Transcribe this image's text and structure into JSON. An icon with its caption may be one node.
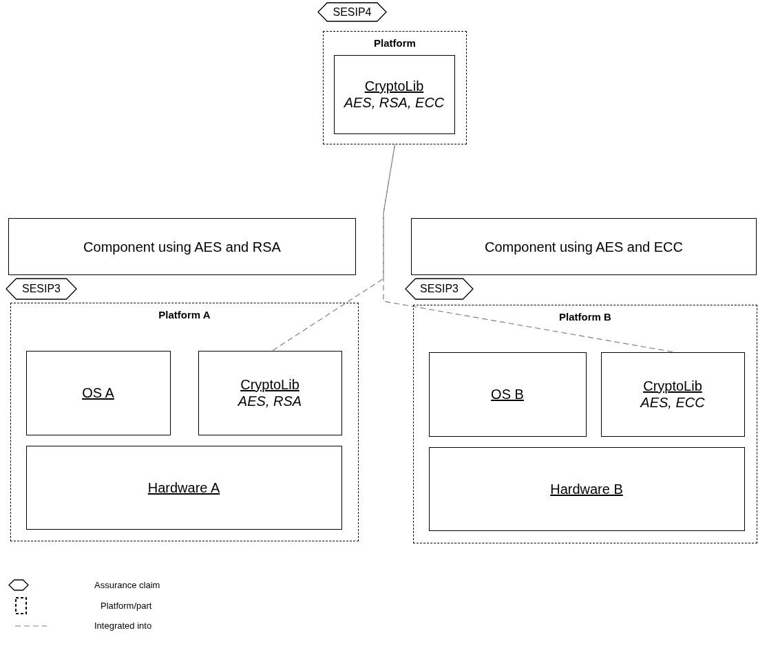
{
  "diagram": {
    "nodes": [
      {
        "text": [
          "SESIP4"
        ]
      },
      {
        "text": [
          "Platform"
        ]
      },
      {
        "text": [
          "CryptoLib",
          "AES, RSA, ECC"
        ],
        "in": 1
      },
      {
        "text": [
          "Component using AES and RSA"
        ]
      },
      {
        "text": [
          "Component using AES and ECC"
        ]
      },
      {
        "text": [
          "SESIP3"
        ]
      },
      {
        "text": [
          "Platform A"
        ]
      },
      {
        "text": [
          "OS A"
        ],
        "in": 6
      },
      {
        "text": [
          "CryptoLib",
          "AES, RSA"
        ],
        "in": 6
      },
      {
        "text": [
          "Hardware A"
        ],
        "in": 6
      },
      {
        "text": [
          "SESIP3"
        ]
      },
      {
        "text": [
          "Platform B"
        ]
      },
      {
        "text": [
          "OS B"
        ],
        "in": 11
      },
      {
        "text": [
          "CryptoLib",
          "AES, ECC"
        ],
        "in": 11
      },
      {
        "text": [
          "Hardware B"
        ],
        "in": 11
      }
    ],
    "edges": [
      {
        "from": 8,
        "to": 1,
        "arrow": "none",
        "style": "dashed"
      },
      {
        "from": 13,
        "to": 1,
        "arrow": "none",
        "style": "dashed"
      }
    ],
    "legend": [
      {
        "text": "Assurance claim"
      },
      {
        "text": "Platform/part"
      },
      {
        "text": "Integrated into"
      }
    ]
  }
}
